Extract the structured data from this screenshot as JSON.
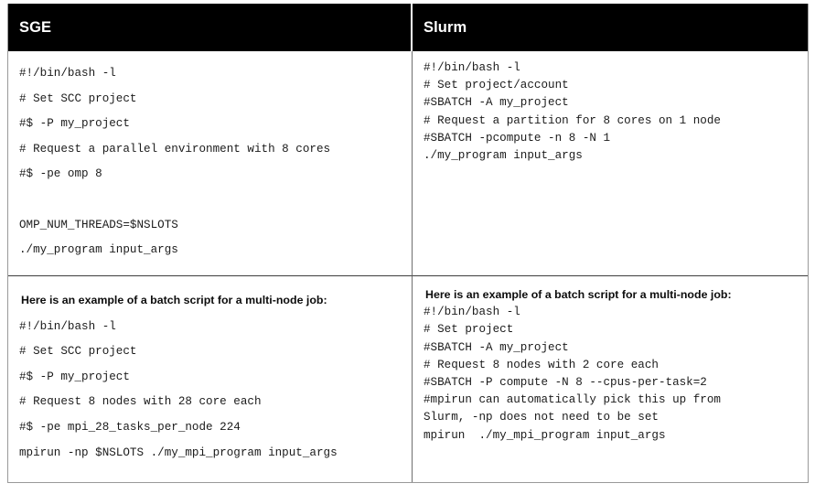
{
  "table": {
    "columns": [
      {
        "id": "sge",
        "header": "SGE"
      },
      {
        "id": "slurm",
        "header": "Slurm"
      }
    ],
    "rows": [
      {
        "id": "single-node",
        "cells": {
          "sge": {
            "intro": "",
            "code": "#!/bin/bash -l\n# Set SCC project\n#$ -P my_project\n# Request a parallel environment with 8 cores\n#$ -pe omp 8\n\nOMP_NUM_THREADS=$NSLOTS\n./my_program input_args"
          },
          "slurm": {
            "intro": "",
            "code": "#!/bin/bash -l\n# Set project/account\n#SBATCH -A my_project\n# Request a partition for 8 cores on 1 node\n#SBATCH -pcompute -n 8 -N 1\n./my_program input_args"
          }
        }
      },
      {
        "id": "multi-node",
        "cells": {
          "sge": {
            "intro": "Here is an example of a batch script for a multi-node job:",
            "code": "#!/bin/bash -l\n# Set SCC project\n#$ -P my_project\n# Request 8 nodes with 28 core each\n#$ -pe mpi_28_tasks_per_node 224\nmpirun -np $NSLOTS ./my_mpi_program input_args"
          },
          "slurm": {
            "intro": "Here is an example of a batch script for a multi-node job:",
            "code": "#!/bin/bash -l\n# Set project\n#SBATCH -A my_project\n# Request 8 nodes with 2 core each\n#SBATCH -P compute -N 8 --cpus-per-task=2\n#mpirun can automatically pick this up from\nSlurm, -np does not need to be set\nmpirun  ./my_mpi_program input_args"
          }
        }
      }
    ]
  },
  "colors": {
    "header_background": "#000000",
    "header_text": "#ffffff",
    "cell_background": "#ffffff",
    "code_text": "#1b1b1b",
    "border": "#6f6f6f"
  }
}
